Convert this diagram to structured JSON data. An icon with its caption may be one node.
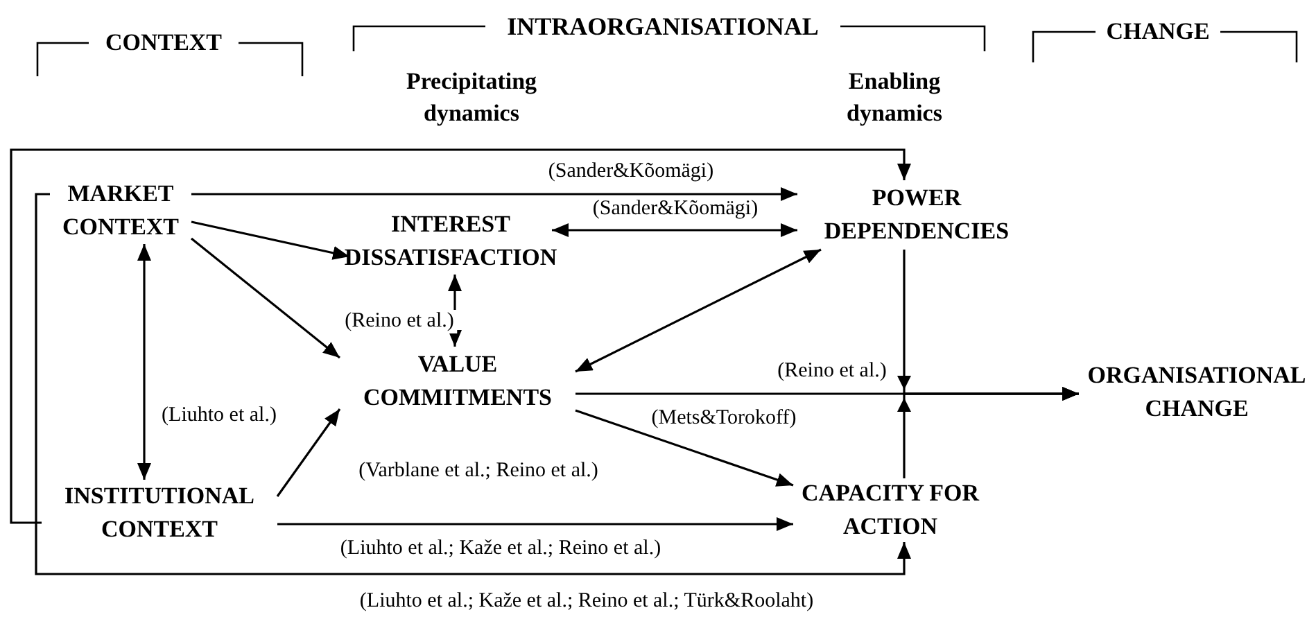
{
  "diagram": {
    "nodes": [
      {
        "text": [
          "MARKET CONTEXT"
        ]
      },
      {
        "text": [
          "INTEREST DISSATISFACTION"
        ]
      },
      {
        "text": [
          "POWER DEPENDENCIES"
        ]
      },
      {
        "text": [
          "VALUE COMMITMENTS"
        ]
      },
      {
        "text": [
          "ORGANISATIONAL CHANGE"
        ]
      },
      {
        "text": [
          "INSTITUTIONAL CONTEXT"
        ]
      },
      {
        "text": [
          "CAPACITY FOR ACTION"
        ]
      }
    ],
    "edges": [
      {
        "from": 0,
        "to": 2,
        "arrow": "to",
        "label": "(Sander&Kõomägi)"
      },
      {
        "from": 5,
        "to": 2,
        "arrow": "to"
      },
      {
        "from": 0,
        "to": 1,
        "arrow": "to"
      },
      {
        "from": 0,
        "to": 3,
        "arrow": "to",
        "label": "(Reino et al.)"
      },
      {
        "from": 0,
        "to": 5,
        "arrow": "both",
        "label": "(Liuhto et al.)"
      },
      {
        "from": 1,
        "to": 2,
        "arrow": "both",
        "label": "(Sander&Kõomägi)"
      },
      {
        "from": 1,
        "to": 3,
        "arrow": "both"
      },
      {
        "from": 3,
        "to": 2,
        "arrow": "both"
      },
      {
        "from": 3,
        "to": 4,
        "arrow": "to",
        "label": "(Reino et al.)"
      },
      {
        "from": 2,
        "to": 4,
        "arrow": "to"
      },
      {
        "from": 6,
        "to": 4,
        "arrow": "to"
      },
      {
        "from": 3,
        "to": 6,
        "arrow": "to",
        "label": "(Mets&Torokoff)"
      },
      {
        "from": 5,
        "to": 3,
        "arrow": "to",
        "label": "(Varblane et al.; Reino et al.)"
      },
      {
        "from": 5,
        "to": 6,
        "arrow": "to",
        "label": "(Liuhto et al.; Kaže et al.; Reino et al.)"
      },
      {
        "from": 0,
        "to": 6,
        "arrow": "to",
        "label": "(Liuhto et al.; Kaže et al.; Reino et al.; Türk&Roolaht)"
      }
    ],
    "labels": [
      "CONTEXT",
      "INTRAORGANISATIONAL",
      "CHANGE",
      "Precipitating dynamics",
      "Enabling dynamics"
    ]
  }
}
